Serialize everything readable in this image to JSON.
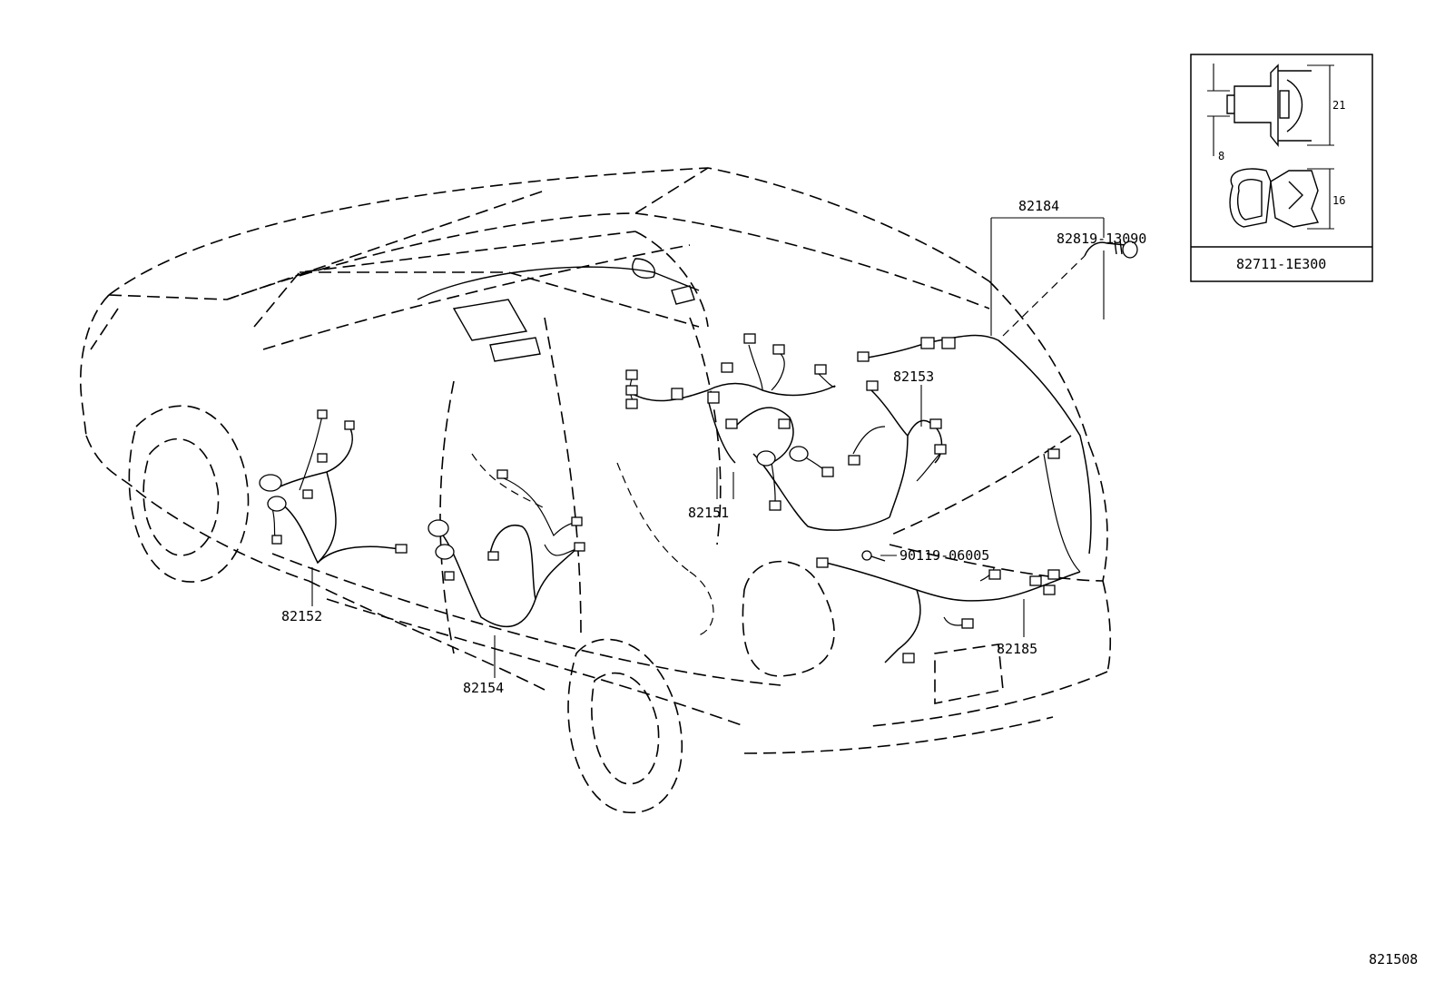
{
  "diagram_id": "821508",
  "parts": {
    "p82184": "82184",
    "p82819": "82819-13090",
    "p82153": "82153",
    "p82151": "82151",
    "p82152": "82152",
    "p82154": "82154",
    "p90119": "90119-06005",
    "p82185": "82185"
  },
  "inset": {
    "part_number": "82711-1E300",
    "dim_top": "21",
    "dim_bottom": "16",
    "dim_side": "8"
  },
  "colors": {
    "line": "#000000",
    "background": "#ffffff"
  }
}
